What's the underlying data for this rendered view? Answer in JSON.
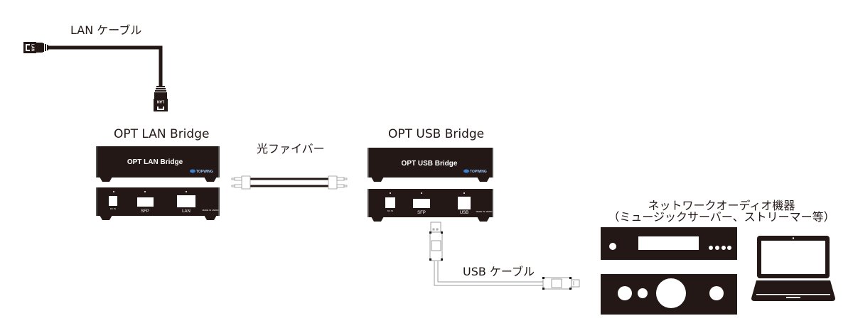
{
  "labels": {
    "lan_cable": "LAN ケーブル",
    "opt_lan_bridge": "OPT LAN Bridge",
    "fiber": "光ファイバー",
    "opt_usb_bridge": "OPT USB Bridge",
    "usb_cable": "USB ケーブル",
    "network_audio_line1": "ネットワークオーディオ機器",
    "network_audio_line2": "（ミュージックサーバー、ストリーマー等）"
  },
  "devices": {
    "lan_bridge": {
      "front_label": "OPT LAN Bridge",
      "rear_ports": [
        "",
        "SFP",
        "LAN"
      ],
      "brand": "TOPWING"
    },
    "usb_bridge": {
      "front_label": "OPT USB Bridge",
      "rear_ports": [
        "",
        "SFP",
        "USB"
      ],
      "brand": "TOPWING"
    }
  },
  "connector_labels": {
    "lan_plug": "LAN"
  },
  "colors": {
    "device": "#231815",
    "background": "#ffffff",
    "logo": "#3a7fd0"
  }
}
